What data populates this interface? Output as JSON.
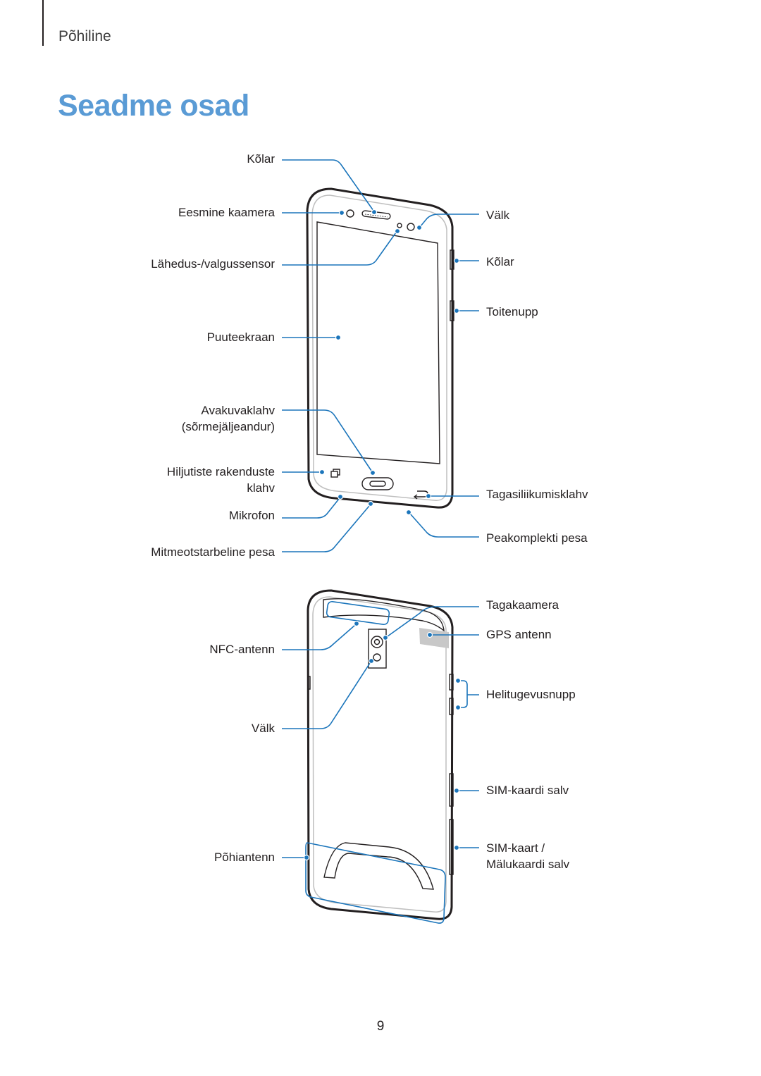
{
  "header": {
    "section": "Põhiline"
  },
  "title": "Seadme osad",
  "front_view": {
    "labels_left": {
      "speaker": "Kõlar",
      "front_camera": "Eesmine kaamera",
      "proximity_sensor": "Lähedus-/valgussensor",
      "touchscreen": "Puuteekraan",
      "home_key_line1": "Avakuvaklahv",
      "home_key_line2": "(sõrmejäljeandur)",
      "recent_apps_line1": "Hiljutiste rakenduste",
      "recent_apps_line2": "klahv",
      "microphone": "Mikrofon",
      "multipurpose_jack": "Mitmeotstarbeline pesa"
    },
    "labels_right": {
      "flash": "Välk",
      "speaker": "Kõlar",
      "power_key": "Toitenupp",
      "back_key": "Tagasiliikumisklahv",
      "earphone_jack": "Peakomplekti pesa"
    }
  },
  "back_view": {
    "labels_left": {
      "nfc_antenna": "NFC-antenn",
      "flash": "Välk",
      "main_antenna": "Põhiantenn"
    },
    "labels_right": {
      "rear_camera": "Tagakaamera",
      "gps_antenna": "GPS antenn",
      "volume_key": "Helitugevusnupp",
      "sim_tray": "SIM-kaardi salv",
      "sim_memory_tray_line1": "SIM-kaart /",
      "sim_memory_tray_line2": "Mälukaardi salv"
    }
  },
  "page_number": "9",
  "colors": {
    "accent": "#5a9bd5",
    "callout": "#1b75bb",
    "text": "#231f20"
  }
}
